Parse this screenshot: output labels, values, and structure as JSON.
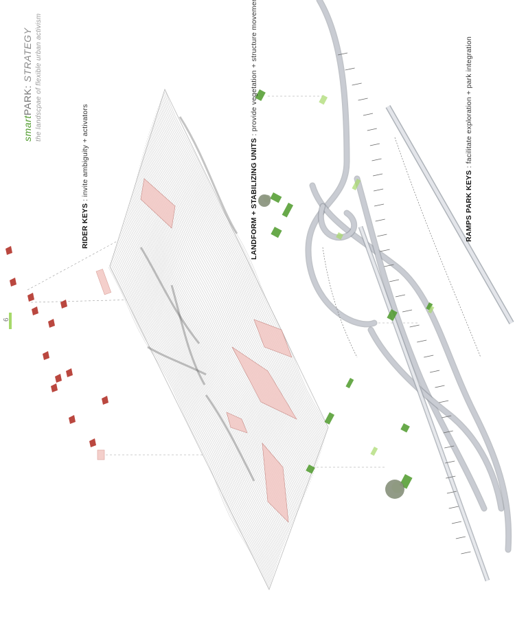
{
  "header": {
    "brand_prefix": "smart",
    "brand_name": "PARK",
    "brand_sep": ":",
    "section": "STRATEGY",
    "subtitle": "the landscpae of flexible urban activism"
  },
  "keys": [
    {
      "term": "RIDER KEYS",
      "description": ": invite ambiguity + activators"
    },
    {
      "term": "LANDFORM + STABILIZING UNITS",
      "description": ": provide vegetation + structure movement"
    },
    {
      "term": "RAMPS PARK KEYS",
      "description": ": facilitate exploration + park integration"
    }
  ],
  "page_number": "6",
  "colors": {
    "accent_green": "#4d9a2a",
    "light_green": "#a6d96a",
    "rider_red": "#b2332a",
    "landform_line": "#9a9a9a",
    "ramp_grey": "#c9ccd3"
  }
}
